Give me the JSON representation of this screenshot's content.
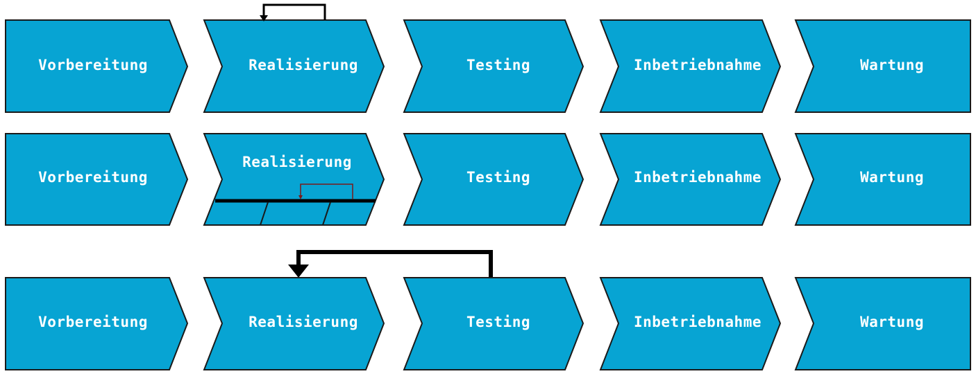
{
  "colors": {
    "phase_fill": "#07a4d3",
    "outline": "#1a1a1a",
    "label": "#ffffff",
    "arrow": "#000000",
    "thin_arrow": "#7a1a1a"
  },
  "rows": [
    {
      "variant": "small-loop-on-realisierung",
      "phases": [
        {
          "label": "Vorbereitung"
        },
        {
          "label": "Realisierung"
        },
        {
          "label": "Testing"
        },
        {
          "label": "Inbetriebnahme"
        },
        {
          "label": "Wartung"
        }
      ]
    },
    {
      "variant": "subdivided-realisierung",
      "phases": [
        {
          "label": "Vorbereitung"
        },
        {
          "label": "Realisierung"
        },
        {
          "label": "Testing"
        },
        {
          "label": "Inbetriebnahme"
        },
        {
          "label": "Wartung"
        }
      ]
    },
    {
      "variant": "feedback-testing-to-realisierung",
      "phases": [
        {
          "label": "Vorbereitung"
        },
        {
          "label": "Realisierung"
        },
        {
          "label": "Testing"
        },
        {
          "label": "Inbetriebnahme"
        },
        {
          "label": "Wartung"
        }
      ]
    }
  ]
}
